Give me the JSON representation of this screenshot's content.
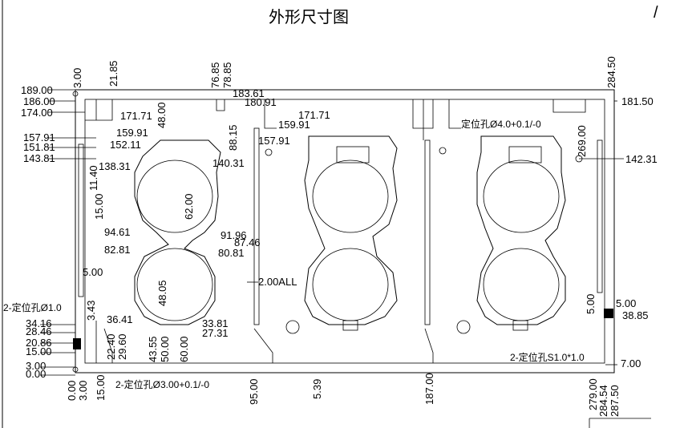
{
  "title": "外形尺寸图",
  "corner_mark": "/",
  "left_dims": [
    "189.00",
    "186.00",
    "174.00",
    "157.91",
    "151.81",
    "143.81",
    "34.16",
    "28.46",
    "20.86",
    "15.00",
    "3.00",
    "0.00"
  ],
  "top_dims": [
    "3.00",
    "21.85",
    "76.85",
    "78.85",
    "284.50"
  ],
  "inner_dims": [
    "183.61",
    "180.91",
    "171.71",
    "171.71",
    "159.91",
    "159.91",
    "152.11",
    "157.91",
    "48.00",
    "88.15",
    "138.31",
    "140.31",
    "11.40",
    "15.00",
    "62.00",
    "94.61",
    "91.96",
    "87.46",
    "82.81",
    "80.81",
    "5.00",
    "2.00ALL",
    "3.43",
    "48.05",
    "36.41",
    "33.81",
    "27.31",
    "22.40",
    "29.60",
    "43.55",
    "50.00",
    "60.00",
    "269.00"
  ],
  "right_dims": [
    "181.50",
    "142.31",
    "5.00",
    "38.85",
    "7.00",
    "5.00"
  ],
  "bottom_dims": [
    "0.00",
    "3.00",
    "15.00",
    "95.00",
    "5.39",
    "187.00",
    "279.00",
    "284.54",
    "287.50"
  ],
  "notes": {
    "locator_hole_left": "2-定位孔Ø1.0",
    "locator_hole_bottom": "2-定位孔Ø3.00+0.1/-0",
    "locator_hole_right": "定位孔Ø4.0+0.1/-0",
    "locator_slot_right": "2-定位孔S1.0*1.0"
  },
  "colors": {
    "line": "#000000",
    "background": "#ffffff"
  }
}
